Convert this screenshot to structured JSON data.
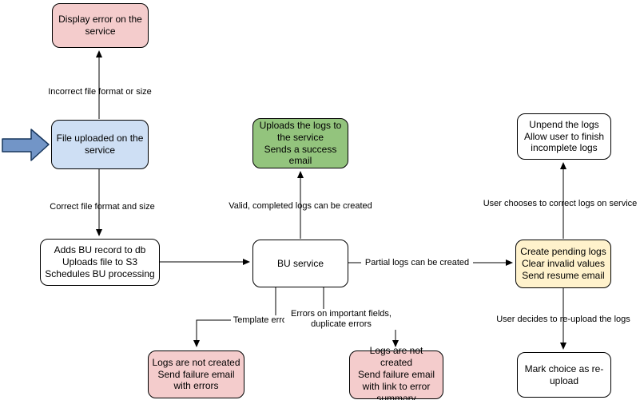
{
  "nodes": {
    "display_error": {
      "label": "Display error on the\nservice"
    },
    "file_uploaded": {
      "label": "File uploaded on the\nservice"
    },
    "adds_bu": {
      "label": "Adds BU record to db\nUploads file to S3\nSchedules BU processing"
    },
    "success_email": {
      "label": "Uploads the logs to\nthe service\nSends a success\nemail"
    },
    "bu_service": {
      "label": "BU service"
    },
    "create_pending": {
      "label": "Create pending logs\nClear invalid values\nSend resume email"
    },
    "unpend": {
      "label": "Unpend the logs\nAllow user to finish\nincomplete logs"
    },
    "mark_reupload": {
      "label": "Mark choice as re-\nupload"
    },
    "fail_with_errors": {
      "label": "Logs are not created\nSend failure email\nwith errors"
    },
    "fail_with_summary": {
      "label": "Logs are not created\nSend failure email\nwith link to error\nsummary"
    }
  },
  "edges": {
    "incorrect_format": {
      "label": "Incorrect file format or size"
    },
    "correct_format": {
      "label": "Correct file format and size"
    },
    "valid_logs": {
      "label": "Valid, completed logs can be created"
    },
    "partial_logs": {
      "label": "Partial logs can be created"
    },
    "correct_on_service": {
      "label": "User chooses to correct logs on service"
    },
    "reupload_choice": {
      "label": "User decides to re-upload the logs"
    },
    "template_errors": {
      "label": "Template errors"
    },
    "field_errors": {
      "label": "Errors on important fields,\nduplicate errors"
    }
  },
  "colors": {
    "error_fill": "#F4CCCC",
    "upload_fill": "#CEDFF4",
    "success_fill": "#93C47D",
    "pending_fill": "#FFF2CC",
    "plain_fill": "#FFFFFF",
    "stroke": "#000000",
    "pointer_fill": "#7295C7",
    "pointer_stroke": "#17365D"
  }
}
